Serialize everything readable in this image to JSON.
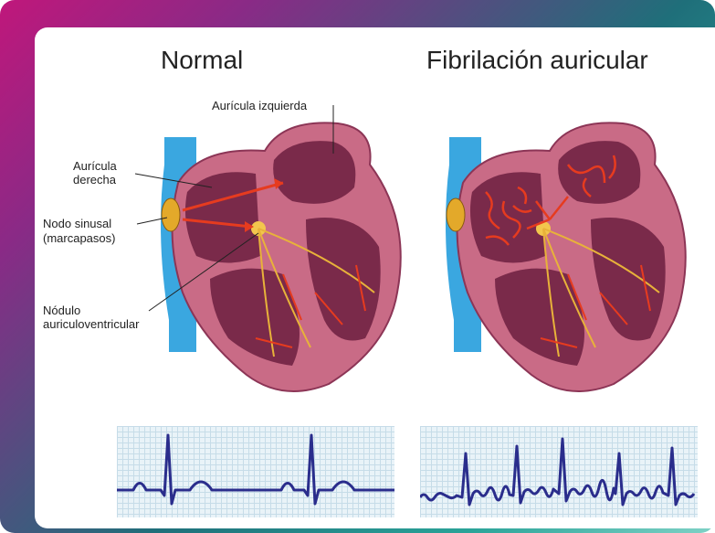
{
  "titles": {
    "normal": "Normal",
    "af": "Fibrilación auricular"
  },
  "labels": {
    "left_atrium": "Aurícula izquierda",
    "right_atrium_line1": "Aurícula",
    "right_atrium_line2": "derecha",
    "sinus_node_line1": "Nodo sinusal",
    "sinus_node_line2": "(marcapasos)",
    "av_node_line1": "Nódulo",
    "av_node_line2": "auriculoventricular"
  },
  "colors": {
    "frame_start": "#c0177b",
    "frame_end": "#7fd2c6",
    "heart_wall": "#c96b86",
    "heart_chamber": "#7a2a4a",
    "vena": "#3aa7e0",
    "signal": "#e8b23a",
    "arrow": "#e63b1f",
    "ecg_line": "#2a2d8c"
  }
}
